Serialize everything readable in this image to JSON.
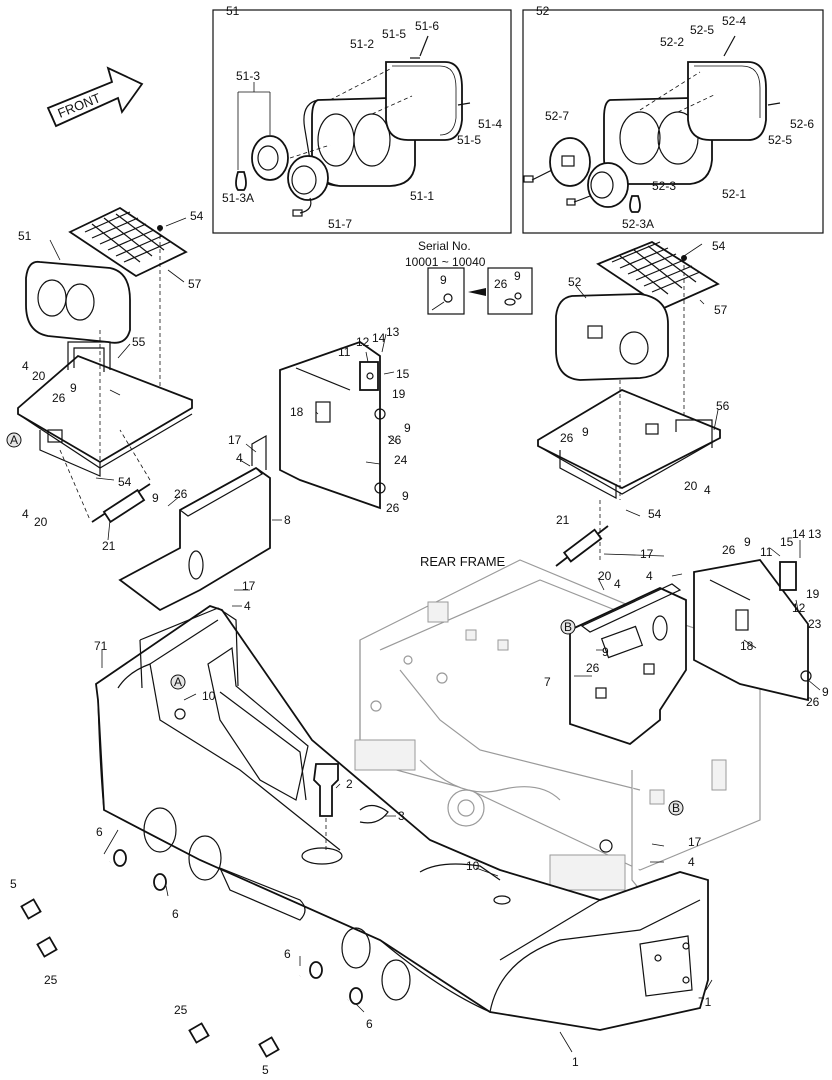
{
  "boxes": {
    "box51_title": "51",
    "box52_title": "52"
  },
  "front_arrow": "FRONT",
  "serial": {
    "title": "Serial No.",
    "range": "10001 ~ 10040",
    "before_part": "9",
    "after_part_a": "26",
    "after_part_b": "9"
  },
  "rear_frame_label": "REAR FRAME",
  "callouts": {
    "A": "A",
    "B": "B"
  },
  "parts_box51": [
    "51-6",
    "51-5",
    "51-2",
    "51-3",
    "51-4",
    "51-5",
    "51-3A",
    "51-7",
    "51-1"
  ],
  "parts_box52": [
    "52-4",
    "52-5",
    "52-2",
    "52-7",
    "52-6",
    "52-5",
    "52-3",
    "52-1",
    "52-3A"
  ],
  "parts_left": [
    "54",
    "51",
    "57",
    "55",
    "4",
    "20",
    "9",
    "26",
    "54",
    "4",
    "20",
    "21",
    "9",
    "26",
    "8",
    "17",
    "4",
    "17",
    "4",
    "71",
    "10"
  ],
  "parts_center": [
    "13",
    "14",
    "12",
    "11",
    "15",
    "19",
    "18",
    "26",
    "9",
    "24",
    "9",
    "26",
    "2",
    "3",
    "10",
    "17",
    "4",
    "1"
  ],
  "parts_right": [
    "54",
    "52",
    "57",
    "56",
    "26",
    "9",
    "20",
    "4",
    "54",
    "21",
    "20",
    "4",
    "17",
    "4",
    "9",
    "26",
    "7",
    "26",
    "9",
    "11",
    "15",
    "14",
    "13",
    "19",
    "12",
    "23",
    "18",
    "9",
    "26",
    "71"
  ],
  "parts_bolts": [
    "6",
    "5",
    "6",
    "25",
    "6",
    "25",
    "6",
    "5"
  ]
}
